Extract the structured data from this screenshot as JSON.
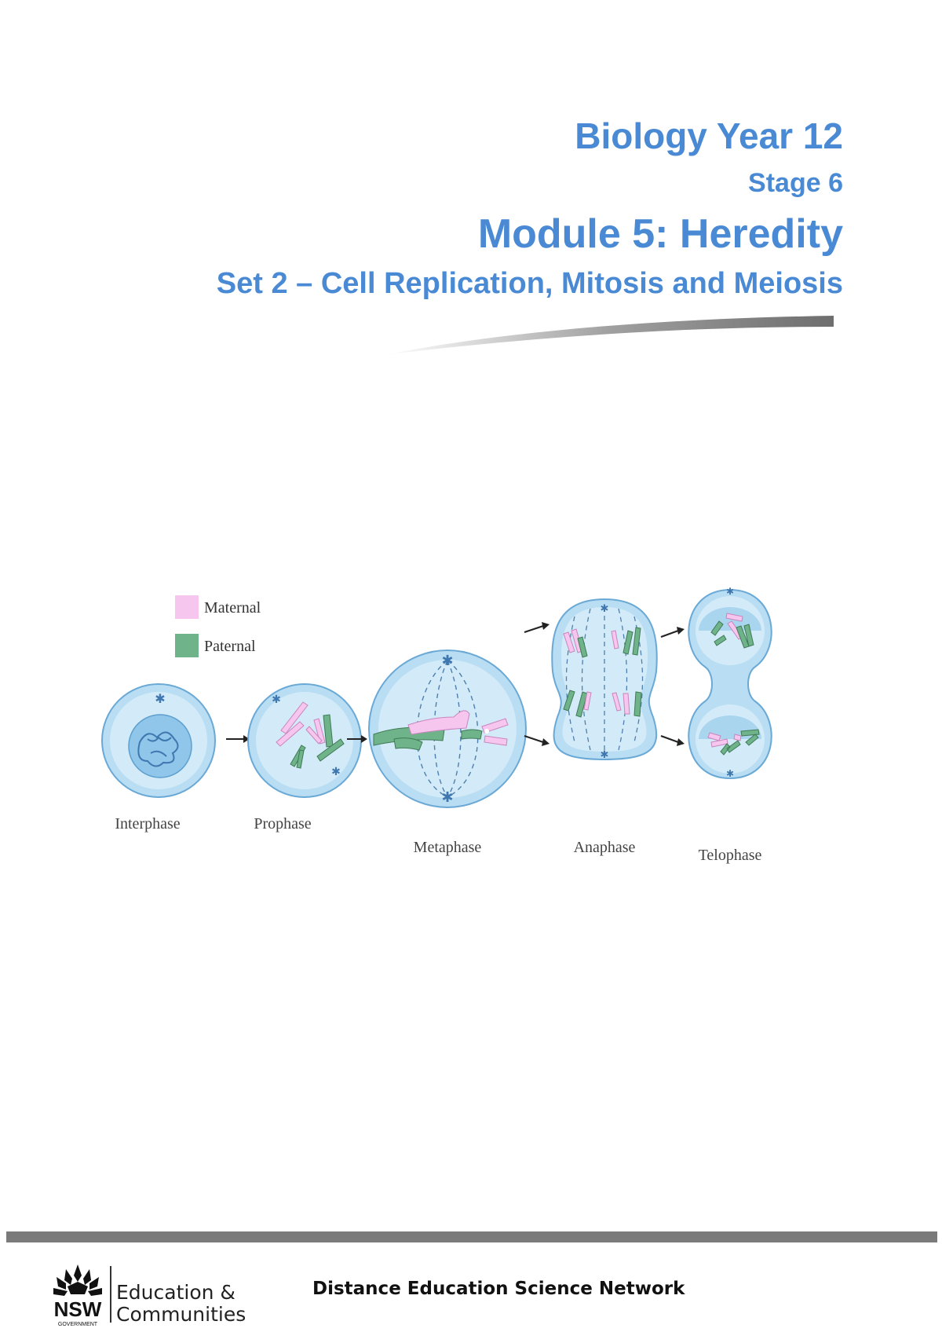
{
  "title": {
    "course": "Biology Year 12",
    "stage": "Stage 6",
    "module": "Module 5: Heredity",
    "set": "Set 2 – Cell Replication, Mitosis and Meiosis"
  },
  "diagram": {
    "legend": [
      {
        "label": "Maternal",
        "color": "#f6c6ef"
      },
      {
        "label": "Paternal",
        "color": "#6fb38a"
      }
    ],
    "stages": [
      "Interphase",
      "Prophase",
      "Metaphase",
      "Anaphase",
      "Telophase"
    ]
  },
  "footer": {
    "logo_text": "NSW",
    "logo_subtext": "GOVERNMENT",
    "org_line1": "Education &",
    "org_line2": "Communities",
    "network": "Distance Education Science Network"
  },
  "colors": {
    "title_blue": "#4a8ad4",
    "cell_outer": "#a9d3ee",
    "cell_inner": "#cde8f7",
    "maternal": "#f6c6ef",
    "paternal": "#6fb38a",
    "footer_bar": "#7a7a7a"
  }
}
